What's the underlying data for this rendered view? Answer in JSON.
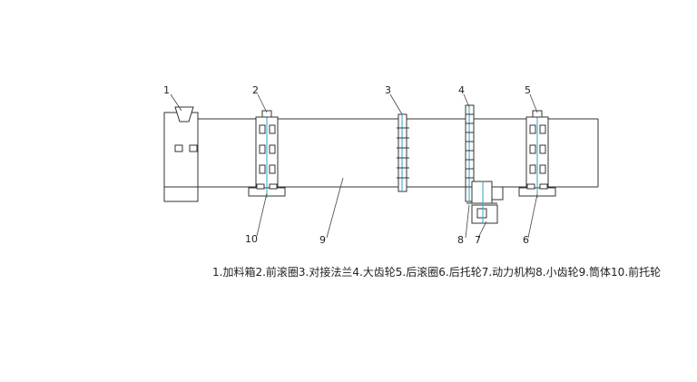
{
  "labels": {
    "n1": "1",
    "n2": "2",
    "n3": "3",
    "n4": "4",
    "n5": "5",
    "n6": "6",
    "n7": "7",
    "n8": "8",
    "n9": "9",
    "n10": "10"
  },
  "caption": "1.加料箱2.前滚圈3.对接法兰4.大齿轮5.后滚圈6.后托轮7.动力机构8.小齿轮9.筒体10.前托轮",
  "colors": {
    "line": "#333333",
    "accent": "#2aa6c8",
    "text": "#222222"
  }
}
